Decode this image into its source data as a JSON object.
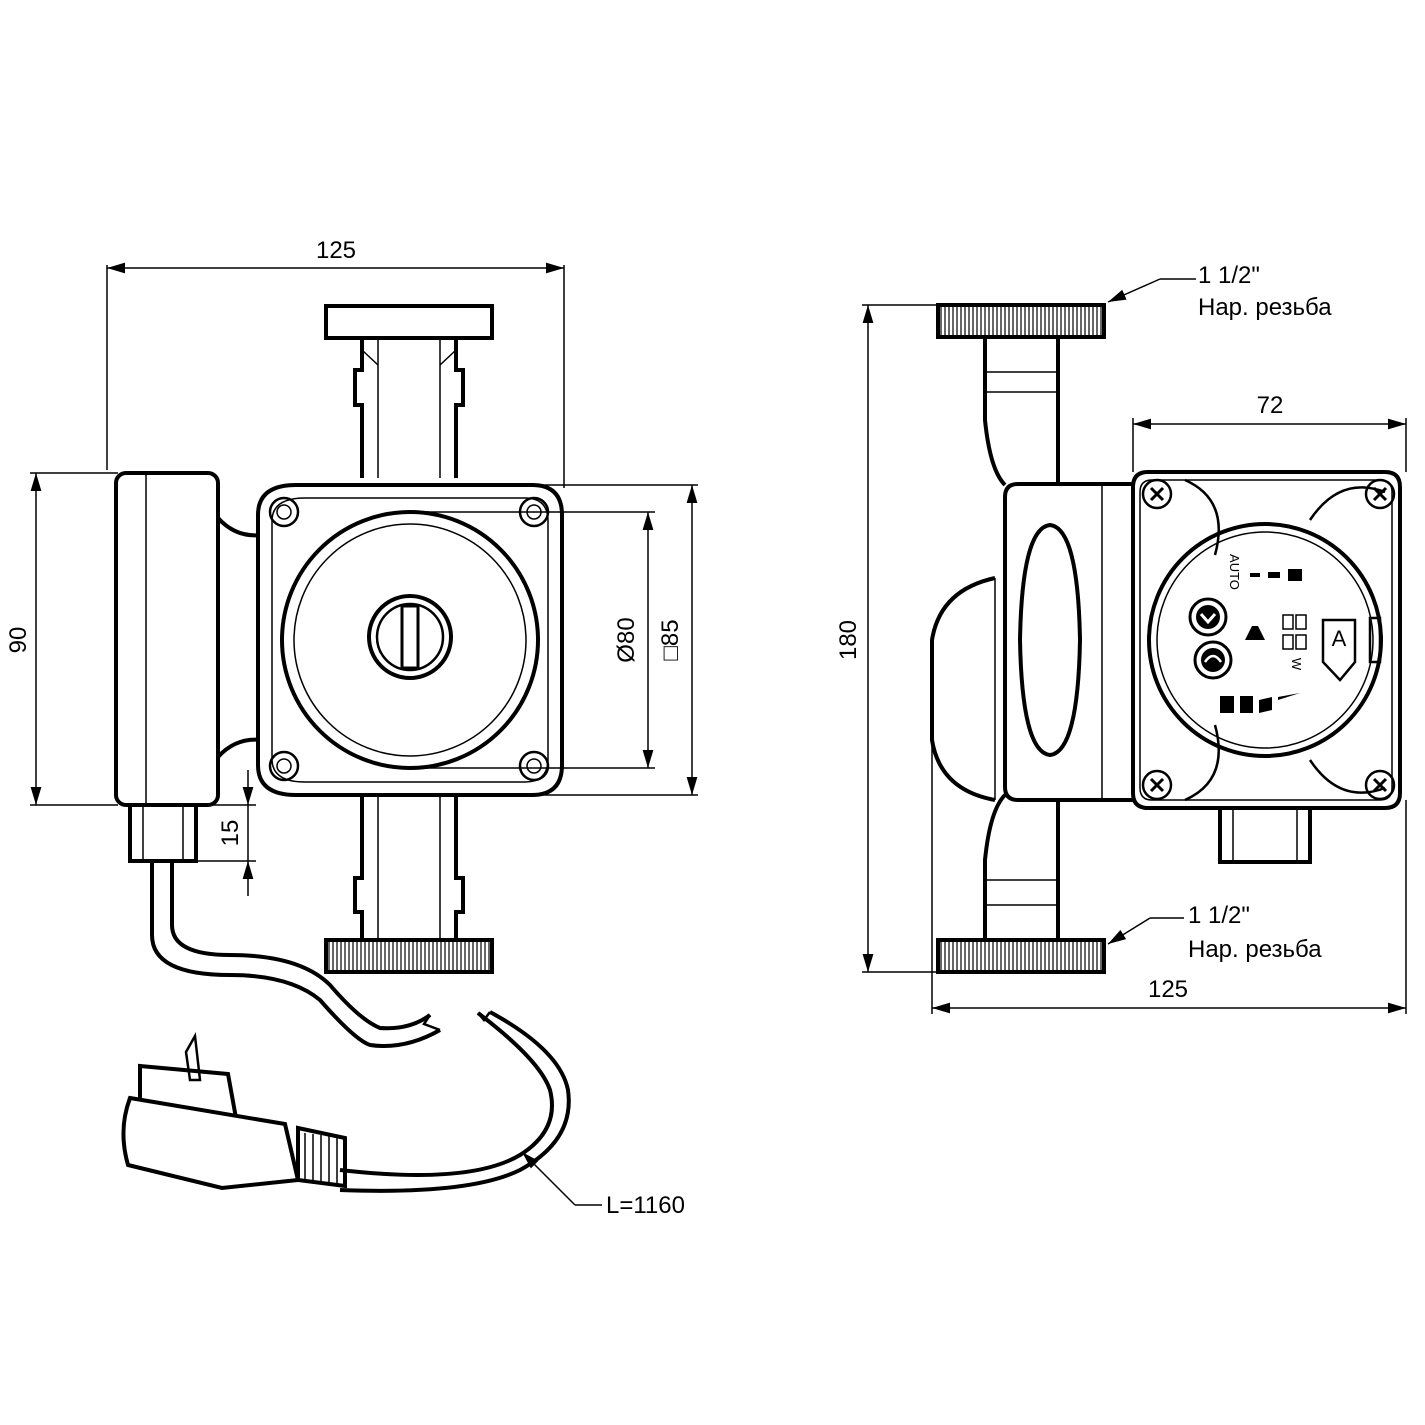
{
  "front_view": {
    "width_label": "125",
    "height_label": "90",
    "rotor_diameter_label": "Ø80",
    "flange_square_label": "□85",
    "connector_label": "15",
    "cable_length_label": "L=1160"
  },
  "side_view": {
    "top_thread_size": "1 1/2\"",
    "top_thread_type": "Нар. резьба",
    "bottom_thread_size": "1 1/2\"",
    "bottom_thread_type": "Нар. резьба",
    "height_label": "180",
    "width_label": "125",
    "head_width_label": "72",
    "mode_label": "AUTO",
    "power_unit": "W",
    "energy_class": "A"
  }
}
